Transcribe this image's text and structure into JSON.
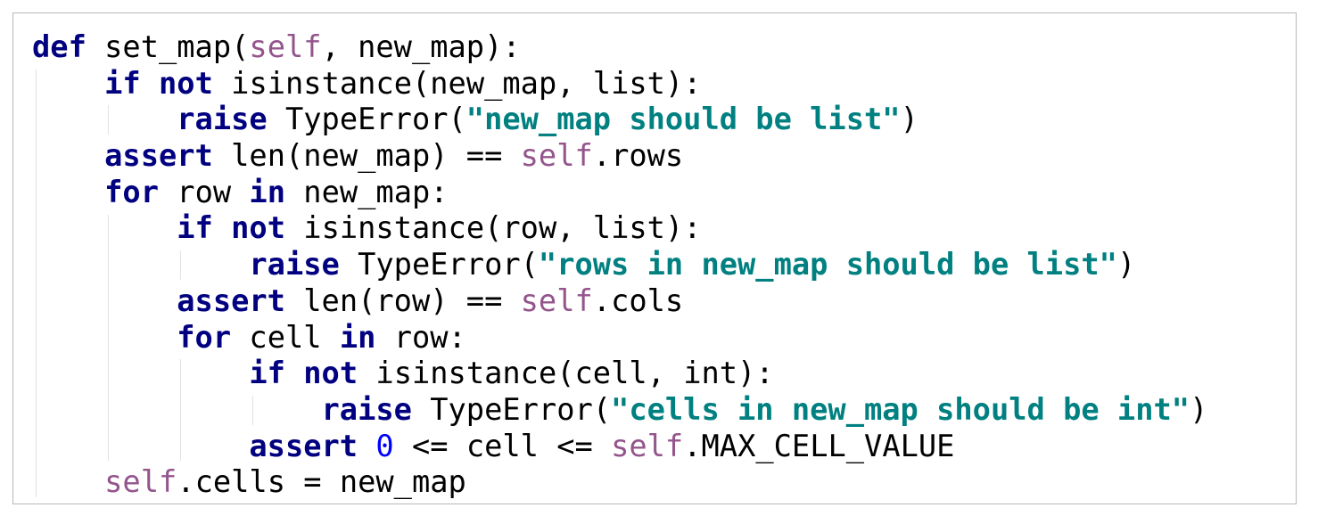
{
  "code_lines": [
    {
      "indent": "",
      "tokens": [
        {
          "t": "def",
          "c": "kw"
        },
        {
          "t": " set_map(",
          "c": ""
        },
        {
          "t": "self",
          "c": "self"
        },
        {
          "t": ", new_map):",
          "c": ""
        }
      ]
    },
    {
      "indent": "    ",
      "tokens": [
        {
          "t": "if",
          "c": "kw"
        },
        {
          "t": " ",
          "c": ""
        },
        {
          "t": "not",
          "c": "kw"
        },
        {
          "t": " isinstance(new_map, list):",
          "c": ""
        }
      ]
    },
    {
      "indent": "        ",
      "tokens": [
        {
          "t": "raise",
          "c": "kw"
        },
        {
          "t": " TypeError(",
          "c": ""
        },
        {
          "t": "\"new_map should be list\"",
          "c": "str"
        },
        {
          "t": ")",
          "c": ""
        }
      ]
    },
    {
      "indent": "    ",
      "tokens": [
        {
          "t": "assert",
          "c": "kw"
        },
        {
          "t": " len(new_map) == ",
          "c": ""
        },
        {
          "t": "self",
          "c": "self"
        },
        {
          "t": ".rows",
          "c": ""
        }
      ]
    },
    {
      "indent": "    ",
      "tokens": [
        {
          "t": "for",
          "c": "kw"
        },
        {
          "t": " row ",
          "c": ""
        },
        {
          "t": "in",
          "c": "kw"
        },
        {
          "t": " new_map:",
          "c": ""
        }
      ]
    },
    {
      "indent": "        ",
      "tokens": [
        {
          "t": "if",
          "c": "kw"
        },
        {
          "t": " ",
          "c": ""
        },
        {
          "t": "not",
          "c": "kw"
        },
        {
          "t": " isinstance(row, list):",
          "c": ""
        }
      ]
    },
    {
      "indent": "            ",
      "tokens": [
        {
          "t": "raise",
          "c": "kw"
        },
        {
          "t": " TypeError(",
          "c": ""
        },
        {
          "t": "\"rows in new_map should be list\"",
          "c": "str"
        },
        {
          "t": ")",
          "c": ""
        }
      ]
    },
    {
      "indent": "        ",
      "tokens": [
        {
          "t": "assert",
          "c": "kw"
        },
        {
          "t": " len(row) == ",
          "c": ""
        },
        {
          "t": "self",
          "c": "self"
        },
        {
          "t": ".cols",
          "c": ""
        }
      ]
    },
    {
      "indent": "        ",
      "tokens": [
        {
          "t": "for",
          "c": "kw"
        },
        {
          "t": " cell ",
          "c": ""
        },
        {
          "t": "in",
          "c": "kw"
        },
        {
          "t": " row:",
          "c": ""
        }
      ]
    },
    {
      "indent": "            ",
      "tokens": [
        {
          "t": "if",
          "c": "kw"
        },
        {
          "t": " ",
          "c": ""
        },
        {
          "t": "not",
          "c": "kw"
        },
        {
          "t": " isinstance(cell, int):",
          "c": ""
        }
      ]
    },
    {
      "indent": "                ",
      "tokens": [
        {
          "t": "raise",
          "c": "kw"
        },
        {
          "t": " TypeError(",
          "c": ""
        },
        {
          "t": "\"cells in new_map should be int\"",
          "c": "str"
        },
        {
          "t": ")",
          "c": ""
        }
      ]
    },
    {
      "indent": "            ",
      "tokens": [
        {
          "t": "assert",
          "c": "kw"
        },
        {
          "t": " ",
          "c": ""
        },
        {
          "t": "0",
          "c": "num"
        },
        {
          "t": " <= cell <= ",
          "c": ""
        },
        {
          "t": "self",
          "c": "self"
        },
        {
          "t": ".MAX_CELL_VALUE",
          "c": ""
        }
      ]
    },
    {
      "indent": "    ",
      "tokens": [
        {
          "t": "self",
          "c": "self"
        },
        {
          "t": ".cells = new_map",
          "c": ""
        }
      ]
    }
  ],
  "colors": {
    "keyword": "#000080",
    "string": "#008080",
    "self": "#94558d",
    "number": "#0000ff",
    "text": "#000000",
    "border": "#b8b8b8",
    "indent_guide": "#e2e2e2"
  }
}
